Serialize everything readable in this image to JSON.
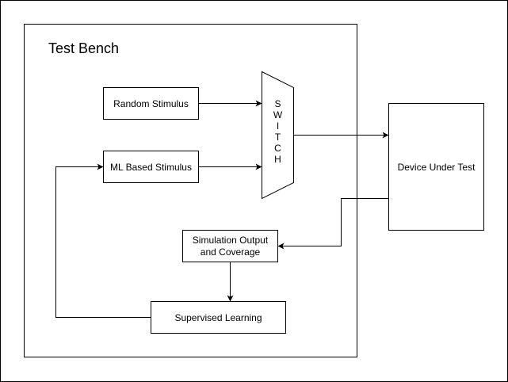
{
  "diagram": {
    "title": "Test Bench",
    "nodes": {
      "random_stimulus": "Random Stimulus",
      "ml_stimulus": "ML Based Stimulus",
      "switch_letters": [
        "S",
        "W",
        "I",
        "T",
        "C",
        "H"
      ],
      "dut": "Device Under Test",
      "sim_output_line1": "Simulation Output",
      "sim_output_line2": "and Coverage",
      "supervised": "Supervised Learning"
    }
  }
}
